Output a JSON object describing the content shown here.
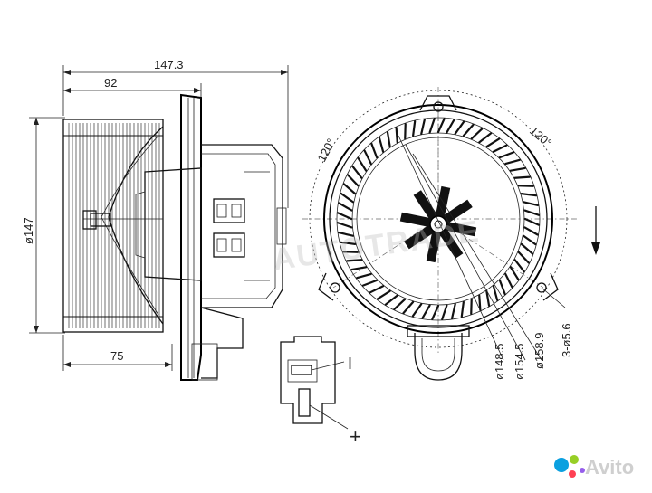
{
  "dimensions": {
    "overall_length": "147.3",
    "housing_length": "92",
    "diameter_fan": "ø147",
    "shaft_length": "75"
  },
  "front_view": {
    "angle_left": "120°",
    "angle_right": "120°",
    "holes": "3-ø5.6",
    "d_outer": "ø158.9",
    "d_mid": "ø154.5",
    "d_inner": "ø148.5"
  },
  "connector": {
    "terminal_minus": "I",
    "terminal_plus": "+"
  },
  "watermark": {
    "text": "AUTOTRADE"
  },
  "avito_logo": {
    "text": "Avito",
    "colors": [
      "#0aa0e0",
      "#97cf26",
      "#ff4053",
      "#965eeb"
    ]
  }
}
